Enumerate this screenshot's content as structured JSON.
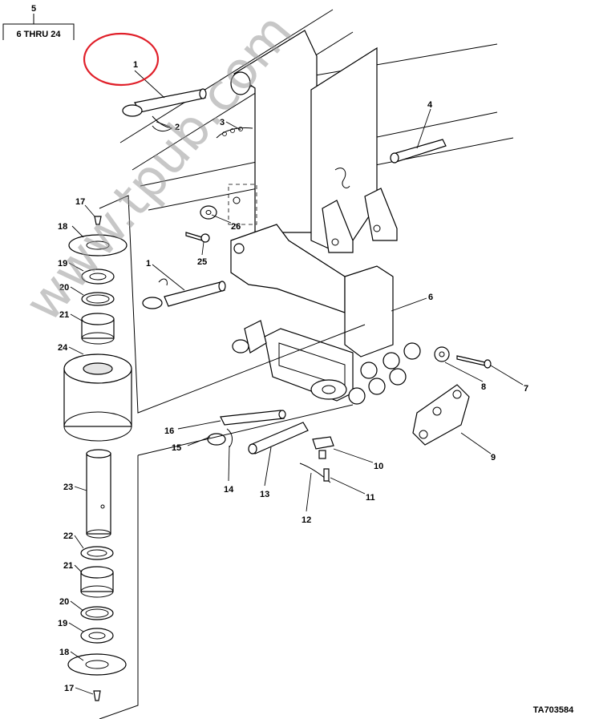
{
  "header": {
    "top_number": "5",
    "range_label": "6 THRU 24"
  },
  "watermark": "www.tpub.com",
  "figure_id": "TA703584",
  "highlight": {
    "color": "#e0202a",
    "target_callout": "1"
  },
  "callouts": [
    {
      "key": "c1a",
      "text": "1"
    },
    {
      "key": "c2",
      "text": "2"
    },
    {
      "key": "c3",
      "text": "3"
    },
    {
      "key": "c4",
      "text": "4"
    },
    {
      "key": "c26",
      "text": "26"
    },
    {
      "key": "c25",
      "text": "25"
    },
    {
      "key": "c1b",
      "text": "1"
    },
    {
      "key": "c6",
      "text": "6"
    },
    {
      "key": "c8",
      "text": "8"
    },
    {
      "key": "c7",
      "text": "7"
    },
    {
      "key": "c9",
      "text": "9"
    },
    {
      "key": "c10",
      "text": "10"
    },
    {
      "key": "c11",
      "text": "11"
    },
    {
      "key": "c12",
      "text": "12"
    },
    {
      "key": "c13",
      "text": "13"
    },
    {
      "key": "c14",
      "text": "14"
    },
    {
      "key": "c15",
      "text": "15"
    },
    {
      "key": "c16",
      "text": "16"
    },
    {
      "key": "c17a",
      "text": "17"
    },
    {
      "key": "c18a",
      "text": "18"
    },
    {
      "key": "c19a",
      "text": "19"
    },
    {
      "key": "c20a",
      "text": "20"
    },
    {
      "key": "c21a",
      "text": "21"
    },
    {
      "key": "c24",
      "text": "24"
    },
    {
      "key": "c23",
      "text": "23"
    },
    {
      "key": "c22",
      "text": "22"
    },
    {
      "key": "c21b",
      "text": "21"
    },
    {
      "key": "c20b",
      "text": "20"
    },
    {
      "key": "c19b",
      "text": "19"
    },
    {
      "key": "c18b",
      "text": "18"
    },
    {
      "key": "c17b",
      "text": "17"
    }
  ]
}
